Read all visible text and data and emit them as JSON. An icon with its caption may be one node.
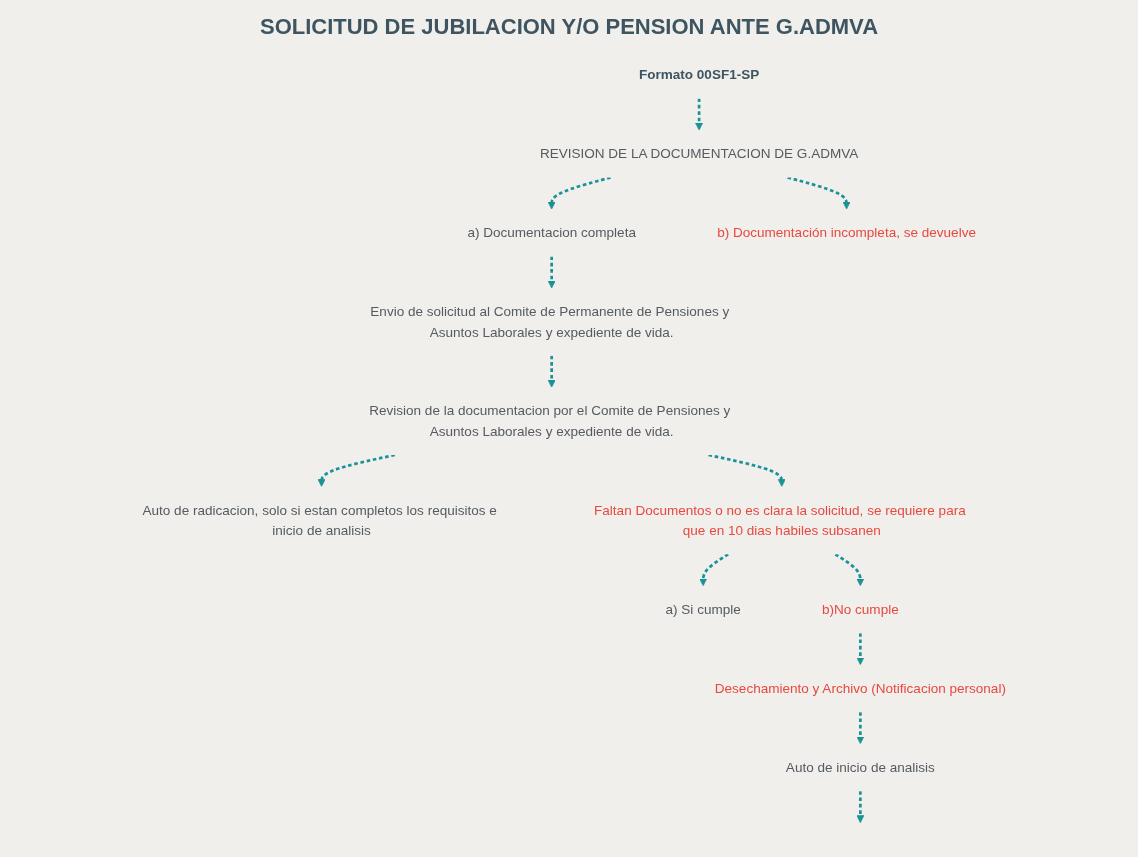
{
  "diagram": {
    "title": "SOLICITUD DE JUBILACION Y/O PENSION ANTE G.ADMVA",
    "nodes": [
      {
        "text": [
          "Formato 00SF1-SP"
        ]
      },
      {
        "text": [
          "REVISION DE LA DOCUMENTACION DE G.ADMVA"
        ]
      },
      {
        "text": [
          "a) Documentacion completa"
        ]
      },
      {
        "text": [
          "b) Documentación incompleta, se devuelve"
        ]
      },
      {
        "text": [
          "Envio de solicitud al Comite de Permanente de Pensiones y Asuntos Laborales y expediente de vida."
        ]
      },
      {
        "text": [
          "Revision de la documentacion por el Comite de Pensiones y Asuntos Laborales y expediente de vida."
        ]
      },
      {
        "text": [
          "Auto de radicacion, solo si estan completos los requisitos e inicio de analisis"
        ]
      },
      {
        "text": [
          "Faltan Documentos o no es clara la solicitud, se requiere para que en 10 dias habiles subsanen"
        ]
      },
      {
        "text": [
          "a) Si cumple"
        ]
      },
      {
        "text": [
          "b)No cumple"
        ]
      },
      {
        "text": [
          "Desechamiento y Archivo (Notificacion personal)"
        ]
      },
      {
        "text": [
          "Auto de inicio de analisis"
        ]
      }
    ],
    "edges": [
      {
        "from": 0,
        "to": 1,
        "arrow": "to",
        "style": "dashed"
      },
      {
        "from": 1,
        "to": 2,
        "arrow": "to",
        "style": "dashed"
      },
      {
        "from": 1,
        "to": 3,
        "arrow": "to",
        "style": "dashed"
      },
      {
        "from": 2,
        "to": 4,
        "arrow": "to",
        "style": "dashed"
      },
      {
        "from": 4,
        "to": 5,
        "arrow": "to",
        "style": "dashed"
      },
      {
        "from": 5,
        "to": 6,
        "arrow": "to",
        "style": "dashed"
      },
      {
        "from": 5,
        "to": 7,
        "arrow": "to",
        "style": "dashed"
      },
      {
        "from": 7,
        "to": 8,
        "arrow": "to",
        "style": "dashed"
      },
      {
        "from": 7,
        "to": 9,
        "arrow": "to",
        "style": "dashed"
      },
      {
        "from": 9,
        "to": 10,
        "arrow": "to",
        "style": "dashed"
      },
      {
        "from": 10,
        "to": 11,
        "arrow": "to",
        "style": "dashed"
      },
      {
        "from": 11,
        "to": null,
        "arrow": "to",
        "style": "dashed"
      }
    ]
  }
}
